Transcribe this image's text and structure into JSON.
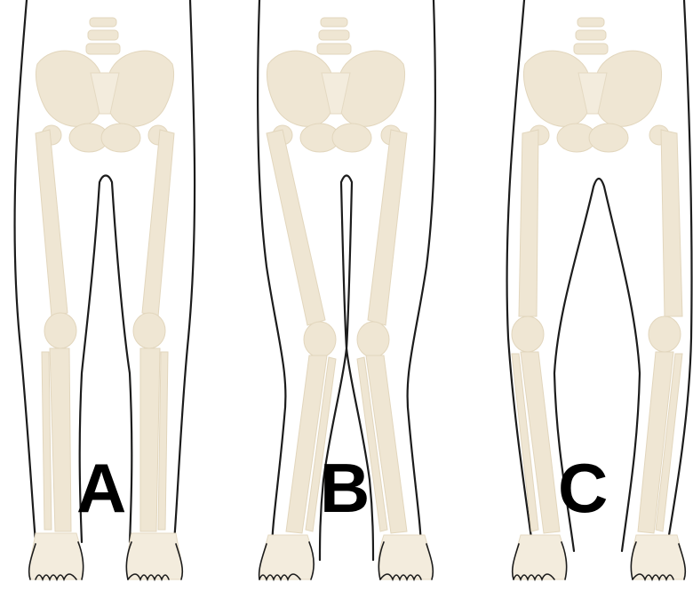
{
  "panels": [
    {
      "id": "a",
      "label": "A",
      "alignment": "normal"
    },
    {
      "id": "b",
      "label": "B",
      "alignment": "knock-knee"
    },
    {
      "id": "c",
      "label": "C",
      "alignment": "bow-leg"
    }
  ],
  "colors": {
    "bone": "#efe6d3",
    "outline": "#1c1c1c",
    "label": "#000000",
    "background": "#ffffff"
  }
}
